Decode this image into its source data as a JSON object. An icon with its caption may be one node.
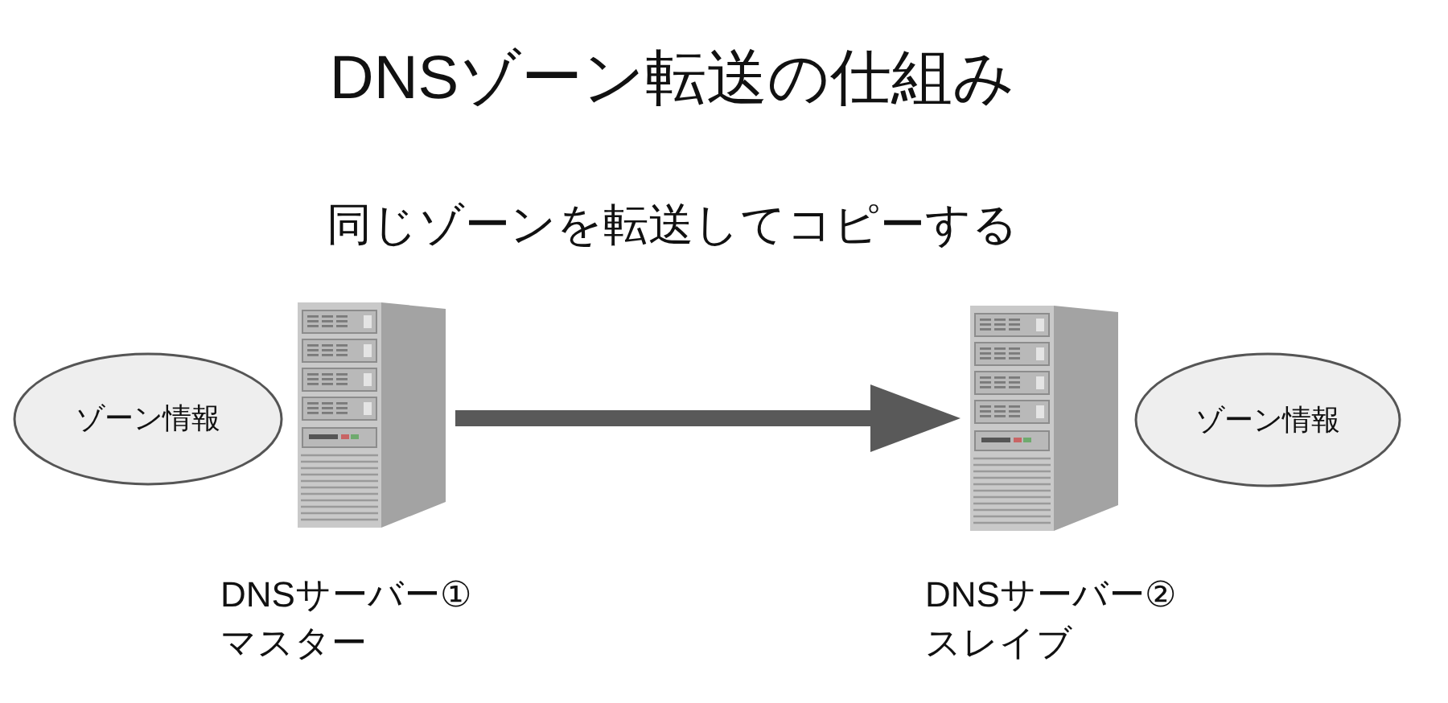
{
  "diagram": {
    "title": "DNSゾーン転送の仕組み",
    "nodes": [
      {
        "text": [
          "ゾーン情報"
        ]
      },
      {
        "text": [],
        "shape": "picture",
        "beside": [
          "DNSサーバー①",
          "マスター"
        ]
      },
      {
        "text": [],
        "shape": "picture",
        "beside": [
          "DNSサーバー②",
          "スレイブ"
        ]
      },
      {
        "text": [
          "ゾーン情報"
        ]
      }
    ],
    "edges": [
      {
        "from": 1,
        "to": 2,
        "arrow": "to",
        "label": "同じゾーンを転送してコピーする"
      }
    ]
  }
}
